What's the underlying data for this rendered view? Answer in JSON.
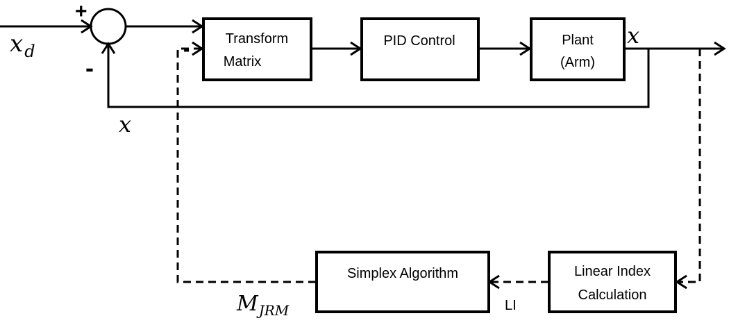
{
  "blocks": {
    "transform_line1": "Transform",
    "transform_line2": "Matrix",
    "pid": "PID Control",
    "plant_line1": "Plant",
    "plant_line2": "(Arm)",
    "simplex": "Simplex Algorithm",
    "linear_line1": "Linear Index",
    "linear_line2": "Calculation"
  },
  "signals": {
    "input": "x",
    "input_sub": "d",
    "output": "x",
    "feedback": "x",
    "matrix": "M",
    "matrix_sub": "JRM",
    "li": "LI"
  },
  "signs": {
    "plus": "+",
    "minus_summer": "-",
    "minus_transform": "-"
  }
}
